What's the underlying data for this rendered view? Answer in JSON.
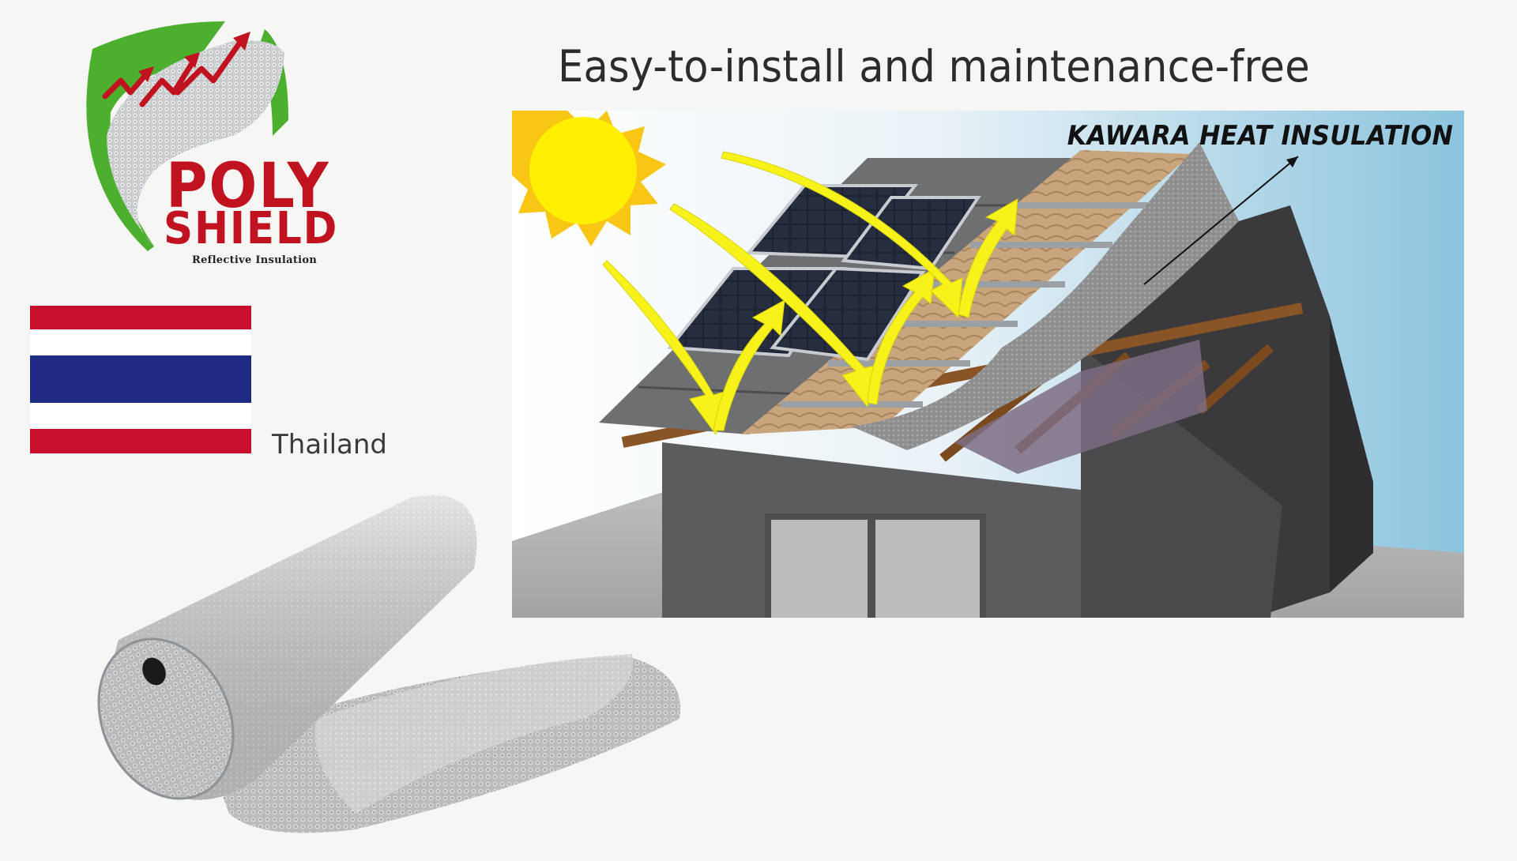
{
  "logo": {
    "line1": "POLY",
    "line2": "SHIELD",
    "tagline": "Reflective Insulation"
  },
  "headline": "Easy-to-install and maintenance-free",
  "illustration": {
    "label": "KAWARA HEAT INSULATION",
    "icons": [
      "sun-icon",
      "heat-reflection-arrow-icon",
      "solar-panel-icon",
      "house-icon"
    ]
  },
  "country": {
    "name": "Thailand",
    "flag_colors": [
      "#c8102e",
      "#ffffff",
      "#1e2a84",
      "#ffffff",
      "#c8102e"
    ]
  },
  "product": {
    "icon": "insulation-roll-icon"
  },
  "colors": {
    "brand_red": "#c1121f",
    "brand_green": "#4caf2e",
    "sky": "#9ccbe2",
    "arrow_yellow": "#f7f21a"
  }
}
